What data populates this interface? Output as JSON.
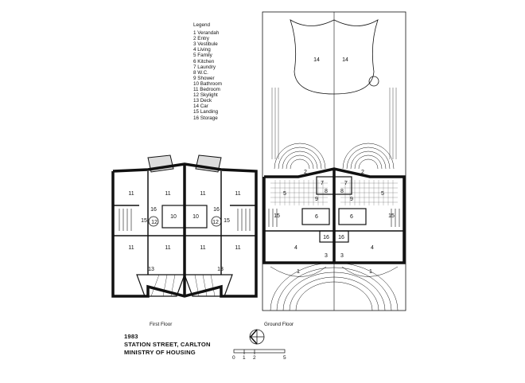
{
  "legend": {
    "title": "Legend",
    "items": [
      "1  Verandah",
      "2  Entry",
      "3  Vestibule",
      "4  Living",
      "5  Family",
      "6  Kitchen",
      "7  Laundry",
      "8  W.C.",
      "9  Shower",
      "10 Bathroom",
      "11  Bedroom",
      "12  Skylight",
      "13 Deck",
      "14 Car",
      "15  Landing",
      "16 Storage"
    ]
  },
  "first_floor": {
    "title": "First  Floor",
    "room_labels": [
      "11",
      "11",
      "11",
      "11",
      "16",
      "16",
      "15",
      "15",
      "10",
      "10",
      "12",
      "12",
      "11",
      "11",
      "11",
      "11",
      "13",
      "13"
    ]
  },
  "ground_floor": {
    "title": "Ground  Floor",
    "room_labels": [
      "14",
      "14",
      "5",
      "5",
      "15",
      "15",
      "6",
      "6",
      "4",
      "4",
      "16",
      "16",
      "3",
      "3",
      "1",
      "1",
      "2",
      "2",
      "7",
      "8",
      "9",
      "7",
      "8",
      "9"
    ]
  },
  "caption": {
    "year": "1983",
    "project": "STATION STREET, CARLTON",
    "client": "MINISTRY OF HOUSING"
  },
  "scale_bar": {
    "ticks": [
      "0",
      "1",
      "2",
      "5"
    ]
  }
}
